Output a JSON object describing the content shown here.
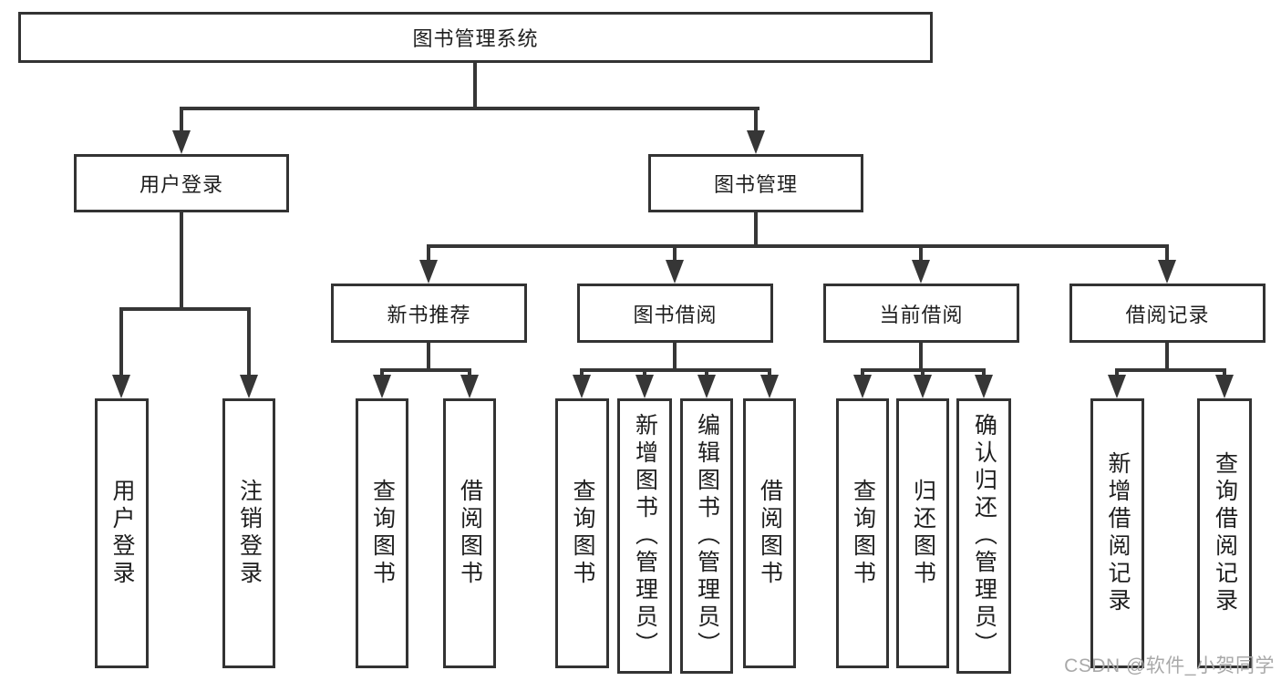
{
  "diagram": {
    "root": {
      "label": "图书管理系统"
    },
    "branches": [
      {
        "label": "用户登录",
        "children": [
          {
            "label": "用户登录"
          },
          {
            "label": "注销登录"
          }
        ]
      },
      {
        "label": "图书管理",
        "sections": [
          {
            "label": "新书推荐",
            "children": [
              {
                "label": "查询图书"
              },
              {
                "label": "借阅图书"
              }
            ]
          },
          {
            "label": "图书借阅",
            "children": [
              {
                "label": "查询图书"
              },
              {
                "label": "新增图书（管理员）"
              },
              {
                "label": "编辑图书（管理员）"
              },
              {
                "label": "借阅图书"
              }
            ]
          },
          {
            "label": "当前借阅",
            "children": [
              {
                "label": "查询图书"
              },
              {
                "label": "归还图书"
              },
              {
                "label": "确认归还（管理员）"
              }
            ]
          },
          {
            "label": "借阅记录",
            "children": [
              {
                "label": "新增借阅记录"
              },
              {
                "label": "查询借阅记录"
              }
            ]
          }
        ]
      }
    ]
  },
  "watermark": {
    "text": "CSDN @软件_小贺同学"
  },
  "colors": {
    "line": "#363636",
    "border": "#333333",
    "text": "#1e1e1e",
    "watermark": "#a9a9a9",
    "background": "#ffffff"
  }
}
